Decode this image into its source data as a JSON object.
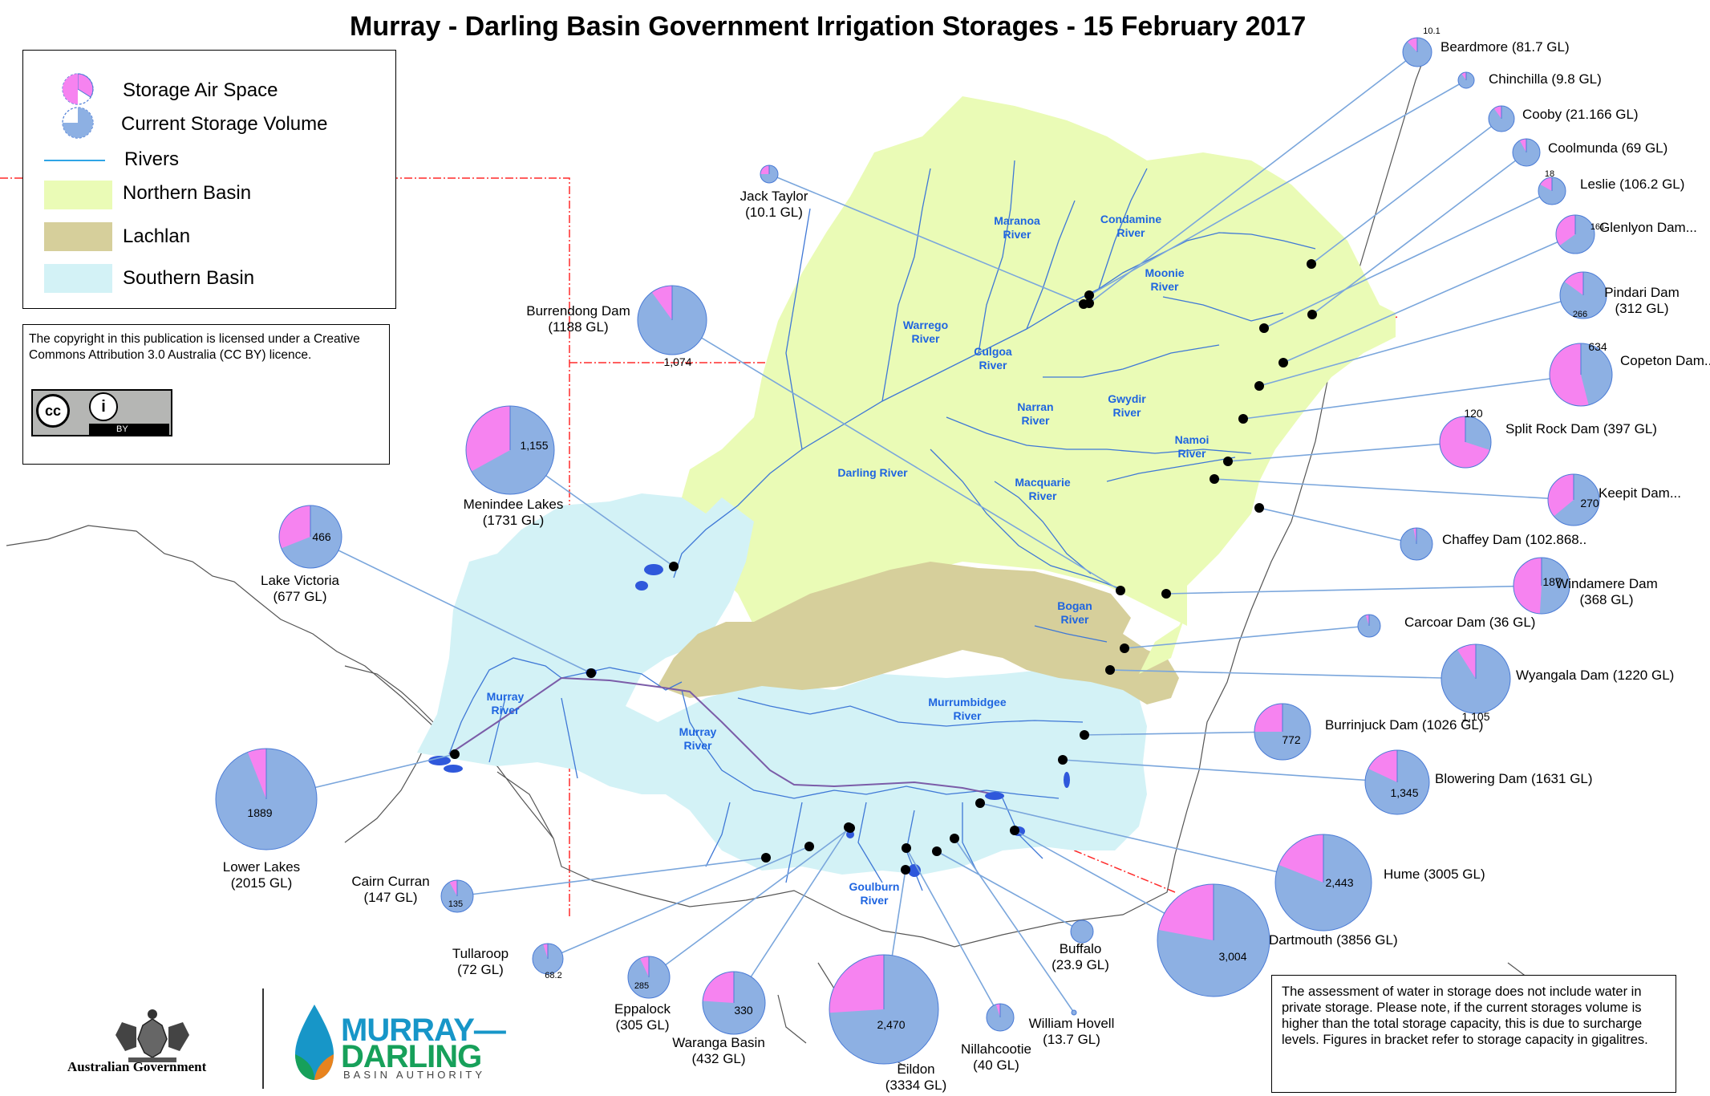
{
  "title": "Murray - Darling Basin Government Irrigation Storages -  15 February 2017",
  "legend": {
    "air_space": "Storage Air Space",
    "current_volume": "Current Storage Volume",
    "rivers": "Rivers",
    "northern": "Northern Basin",
    "lachlan": "Lachlan",
    "southern": "Southern Basin"
  },
  "copyright": {
    "text": "The copyright in this publication is licensed under a Creative Commons Attribution 3.0 Australia (CC BY) licence.",
    "cc_mark": "cc",
    "by_mark": "BY"
  },
  "note": "The assessment of water in storage does not include water in private storage.  Please note, if the current storages volume is higher than the total storage capacity, this is due to surcharge levels. Figures in bracket refer to storage capacity in gigalitres.",
  "logos": {
    "aus_gov": "Australian Government",
    "mdba_line1": "MURRAY—",
    "mdba_line2": "DARLING",
    "mdba_line3": "BASIN AUTHORITY"
  },
  "colors": {
    "volume": "#8db0e3",
    "air_space": "#f683f0",
    "northern": "#eafbb6",
    "lachlan": "#d6cf9b",
    "southern": "#d3f2f6",
    "river": "#3f78d6",
    "river_label": "#1f65e0",
    "leader": "#7aa6dc",
    "boundary": "#ff2a2a"
  },
  "rivers": [
    "Maranoa River",
    "Condamine River",
    "Moonie River",
    "Warrego River",
    "Culgoa River",
    "Narran River",
    "Gwydir River",
    "Namoi River",
    "Darling River",
    "Macquarie River",
    "Bogan River",
    "Murray River",
    "Murray River",
    "Murrumbidgee River",
    "Goulburn River"
  ],
  "storages": [
    {
      "name": "Beardmore",
      "capacity": "(81.7 GL)",
      "volume_label": "10.1",
      "fraction": 0.88
    },
    {
      "name": "Chinchilla",
      "capacity": "(9.8 GL)",
      "volume_label": "",
      "fraction": 0.9
    },
    {
      "name": "Cooby",
      "capacity": "(21.166 GL)",
      "volume_label": "",
      "fraction": 0.9
    },
    {
      "name": "Coolmunda",
      "capacity": "(69 GL)",
      "volume_label": "",
      "fraction": 0.92
    },
    {
      "name": "Leslie",
      "capacity": "(106.2 GL)",
      "volume_label": "18",
      "fraction": 0.83
    },
    {
      "name": "Glenlyon Dam...",
      "capacity": "",
      "volume_label": "161",
      "fraction": 0.65
    },
    {
      "name": "Pindari Dam",
      "capacity": "(312 GL)",
      "volume_label": "266",
      "fraction": 0.85
    },
    {
      "name": "Copeton Dam...",
      "capacity": "",
      "volume_label": "634",
      "fraction": 0.46
    },
    {
      "name": "Split Rock Dam",
      "capacity": "(397 GL)",
      "volume_label": "120",
      "fraction": 0.3
    },
    {
      "name": "Keepit Dam...",
      "capacity": "",
      "volume_label": "270",
      "fraction": 0.64
    },
    {
      "name": "Chaffey Dam",
      "capacity": "(102.868..",
      "volume_label": "",
      "fraction": 0.97
    },
    {
      "name": "Windamere Dam",
      "capacity": "(368 GL)",
      "volume_label": "187",
      "fraction": 0.51
    },
    {
      "name": "Carcoar Dam",
      "capacity": "(36 GL)",
      "volume_label": "",
      "fraction": 0.95
    },
    {
      "name": "Wyangala Dam",
      "capacity": "(1220 GL)",
      "volume_label": "1,105",
      "fraction": 0.91
    },
    {
      "name": "Burrinjuck Dam",
      "capacity": "(1026 GL)",
      "volume_label": "772",
      "fraction": 0.75
    },
    {
      "name": "Blowering Dam",
      "capacity": "(1631 GL)",
      "volume_label": "1,345",
      "fraction": 0.82
    },
    {
      "name": "Hume",
      "capacity": "(3005 GL)",
      "volume_label": "2,443",
      "fraction": 0.81
    },
    {
      "name": "Dartmouth",
      "capacity": "(3856 GL)",
      "volume_label": "3,004",
      "fraction": 0.78
    },
    {
      "name": "Jack Taylor",
      "capacity": "(10.1 GL)",
      "volume_label": "",
      "fraction": 0.75
    },
    {
      "name": "Burrendong Dam",
      "capacity": "(1188 GL)",
      "volume_label": "1,074",
      "fraction": 0.9
    },
    {
      "name": "Menindee Lakes",
      "capacity": "(1731 GL)",
      "volume_label": "1,155",
      "fraction": 0.67
    },
    {
      "name": "Lake Victoria",
      "capacity": "(677 GL)",
      "volume_label": "466",
      "fraction": 0.69
    },
    {
      "name": "Lower Lakes",
      "capacity": "(2015 GL)",
      "volume_label": "1889",
      "fraction": 0.94
    },
    {
      "name": "Cairn Curran",
      "capacity": "(147 GL)",
      "volume_label": "135",
      "fraction": 0.92
    },
    {
      "name": "Tullaroop",
      "capacity": "(72 GL)",
      "volume_label": "68.2",
      "fraction": 0.95
    },
    {
      "name": "Eppalock",
      "capacity": "(305 GL)",
      "volume_label": "285",
      "fraction": 0.93
    },
    {
      "name": "Waranga Basin",
      "capacity": "(432 GL)",
      "volume_label": "330",
      "fraction": 0.76
    },
    {
      "name": "Eildon",
      "capacity": "(3334 GL)",
      "volume_label": "2,470",
      "fraction": 0.74
    },
    {
      "name": "Nillahcootie",
      "capacity": "(40 GL)",
      "volume_label": "",
      "fraction": 0.95
    },
    {
      "name": "William Hovell",
      "capacity": "(13.7 GL)",
      "volume_label": "",
      "fraction": 1.0
    },
    {
      "name": "Buffalo",
      "capacity": "(23.9 GL)",
      "volume_label": "",
      "fraction": 1.0
    }
  ]
}
